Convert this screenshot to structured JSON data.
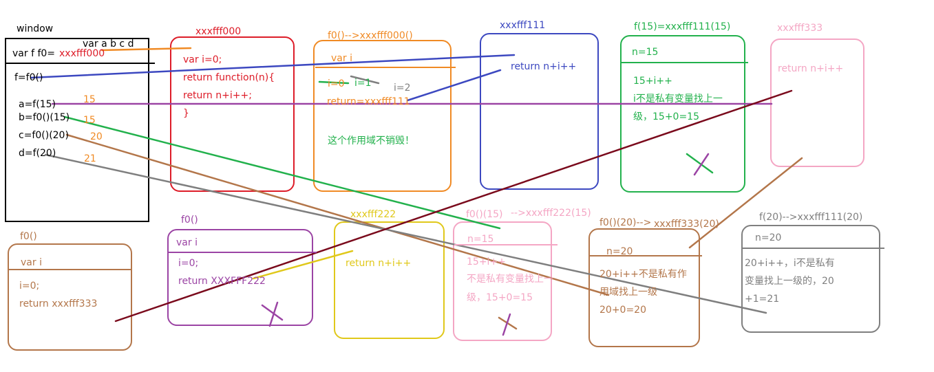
{
  "colors": {
    "red": "#dd1c28",
    "orange": "#f08a24",
    "blue": "#3c48c0",
    "green": "#22b14c",
    "pink": "#f4a6c4",
    "brown": "#b3764a",
    "purple": "#9b44a4",
    "yellow": "#e0c81a",
    "gray": "#7f7f7f",
    "darkred": "#7a0a1c",
    "black": "#000000"
  },
  "window": {
    "label": "window",
    "vars": "var a b c d",
    "decl_prefix": "var f   f0=",
    "decl_addr": "xxxfff000",
    "lines": [
      "f=f0()",
      "a=f(15)",
      "b=f0()(15)",
      "c=f0()(20)",
      "d=f(20)"
    ],
    "results": [
      "15",
      "15",
      "20",
      "21"
    ]
  },
  "heap_000": {
    "title": "xxxfff000",
    "code": [
      "var i=0;",
      "return function(n){",
      "return n+i++;",
      "}"
    ]
  },
  "scope_f0_call1": {
    "title": "f0()-->xxxfff000()",
    "var_decl": "var i",
    "i0": "i=0",
    "i1": "i=1",
    "i2": "i=2",
    "return_line": "return=xxxfff111",
    "note": "这个作用域不销毁！"
  },
  "heap_111": {
    "title": "xxxfff111",
    "code": "return n+i++"
  },
  "scope_f15": {
    "title": "f(15)=xxxfff111(15)",
    "n": "n=15",
    "calc": [
      "15+i++",
      "i不是私有变量找上一",
      "级，15+0=15"
    ]
  },
  "heap_333": {
    "title": "xxxfff333",
    "code": "return n+i++"
  },
  "scope_f0_brown": {
    "title": "f0()",
    "var_decl": "var i",
    "lines": [
      "i=0;",
      "return xxxfff333"
    ]
  },
  "scope_f0_purple": {
    "title": "f0()",
    "var_decl": "var i",
    "lines": [
      "i=0;",
      "return XXXFFF222"
    ]
  },
  "heap_222": {
    "title": "xxxfff222",
    "code": "return n+i++"
  },
  "scope_f0_15": {
    "title": "f0()(15)",
    "title_suffix": "-->xxxfff222(15)",
    "n": "n=15",
    "calc": [
      "15+i++",
      "不是私有变量找上一",
      "级，15+0=15"
    ]
  },
  "scope_f0_20": {
    "title": "f0()(20)-->",
    "title_suffix": "xxxfff333(20)",
    "n": "n=20",
    "calc": [
      "20+i++不是私有作",
      "用域找上一级",
      "20+0=20"
    ]
  },
  "scope_f20": {
    "title": "f(20)-->xxxfff111(20)",
    "n": "n=20",
    "calc": [
      "20+i++，i不是私有",
      "变量找上一级的，20",
      "+1=21"
    ]
  }
}
